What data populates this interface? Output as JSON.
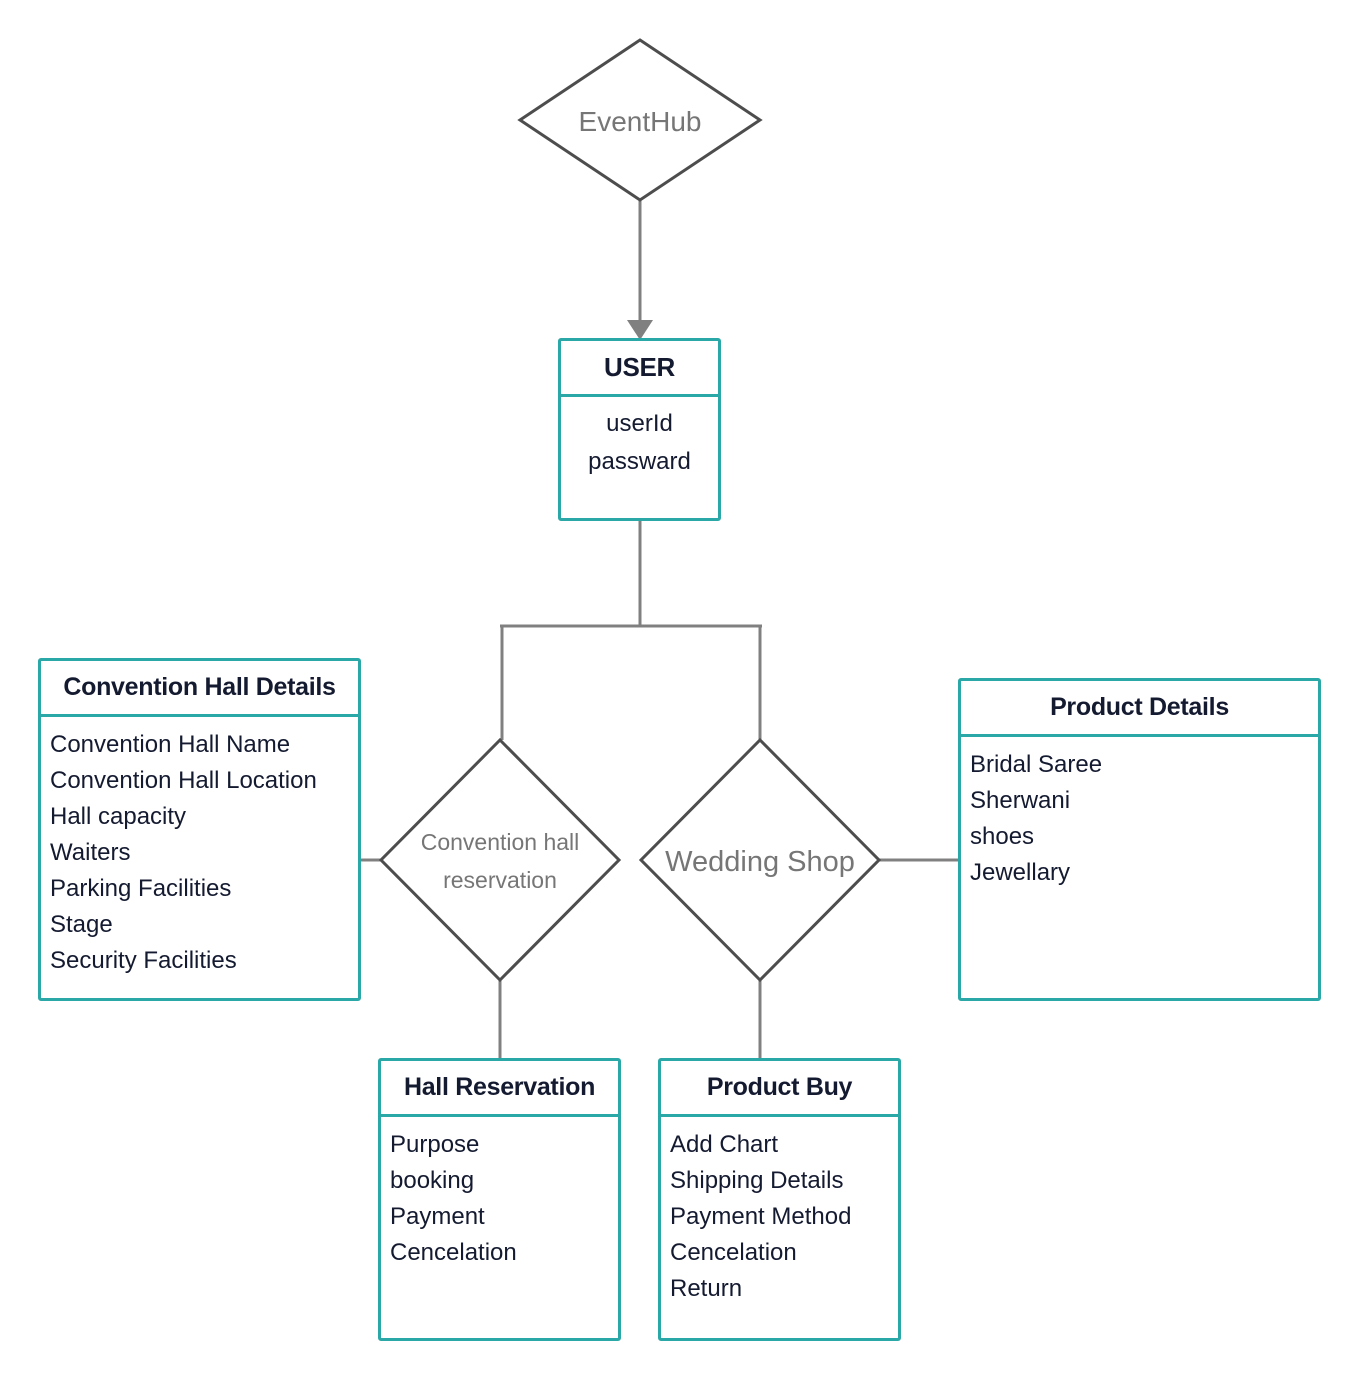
{
  "colors": {
    "entity_border": "#2aa8a8",
    "connector": "#808080",
    "diamond_border": "#4d4d4d",
    "diamond_text": "#767676",
    "entity_text": "#141a30"
  },
  "relationships": {
    "eventhub": "EventHub",
    "convention_reservation": [
      "Convention hall",
      "reservation"
    ],
    "wedding_shop": "Wedding Shop"
  },
  "entities": {
    "user": {
      "title": "USER",
      "attributes": [
        "userId",
        "passward"
      ]
    },
    "convention_hall_details": {
      "title": "Convention Hall Details",
      "attributes": [
        "Convention Hall Name",
        "Convention Hall Location",
        "Hall capacity",
        "Waiters",
        "Parking Facilities",
        "Stage",
        "Security Facilities"
      ]
    },
    "product_details": {
      "title": "Product Details",
      "attributes": [
        "Bridal Saree",
        "Sherwani",
        "shoes",
        "Jewellary"
      ]
    },
    "hall_reservation": {
      "title": "Hall Reservation",
      "attributes": [
        "Purpose",
        "booking",
        "Payment",
        "Cencelation"
      ]
    },
    "product_buy": {
      "title": "Product Buy",
      "attributes": [
        "Add Chart",
        "Shipping Details",
        "Payment Method",
        "Cencelation",
        "Return"
      ]
    }
  }
}
